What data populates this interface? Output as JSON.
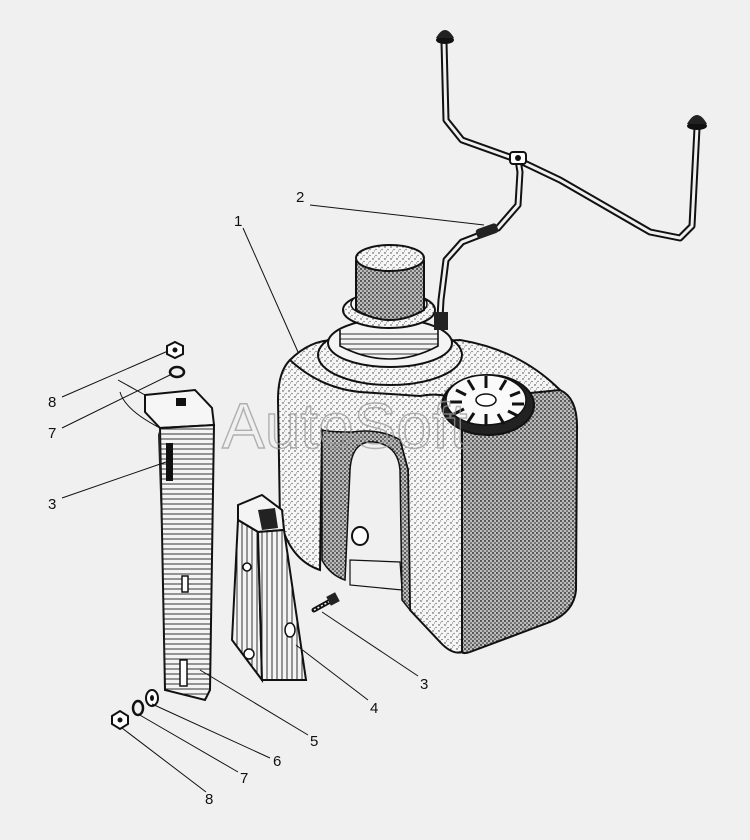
{
  "diagram": {
    "callouts": [
      {
        "id": "c1",
        "label": "1"
      },
      {
        "id": "c2",
        "label": "2"
      },
      {
        "id": "c3a",
        "label": "3"
      },
      {
        "id": "c3b",
        "label": "3"
      },
      {
        "id": "c4",
        "label": "4"
      },
      {
        "id": "c5",
        "label": "5"
      },
      {
        "id": "c6",
        "label": "6"
      },
      {
        "id": "c7a",
        "label": "7"
      },
      {
        "id": "c7b",
        "label": "7"
      },
      {
        "id": "c8a",
        "label": "8"
      },
      {
        "id": "c8b",
        "label": "8"
      }
    ],
    "watermark": "AutoSoft"
  },
  "colors": {
    "background": "#f0f0f0",
    "ink": "#111111",
    "watermark": "#9a9a9a"
  }
}
